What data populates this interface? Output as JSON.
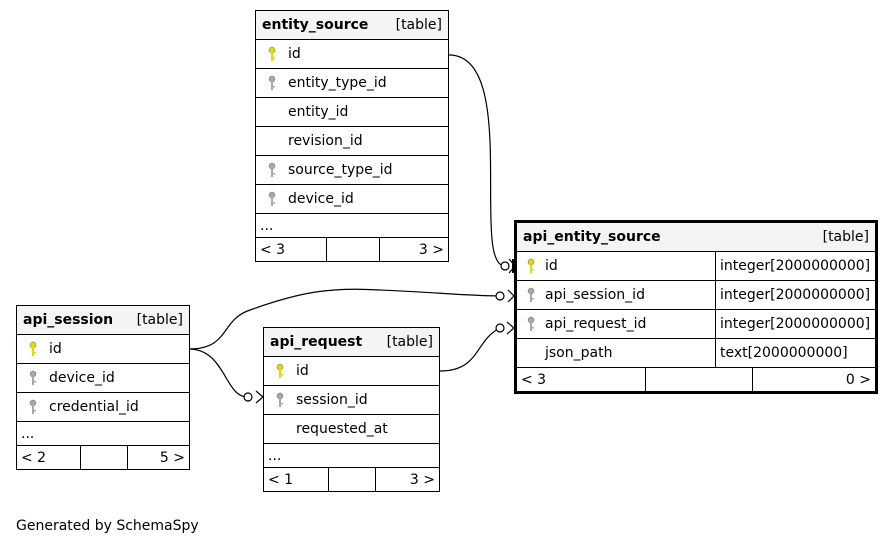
{
  "tables": {
    "entity_source": {
      "name": "entity_source",
      "kind": "[table]",
      "columns": [
        {
          "name": "id",
          "key": "primary"
        },
        {
          "name": "entity_type_id",
          "key": "foreign"
        },
        {
          "name": "entity_id",
          "key": "none"
        },
        {
          "name": "revision_id",
          "key": "none"
        },
        {
          "name": "source_type_id",
          "key": "foreign"
        },
        {
          "name": "device_id",
          "key": "foreign"
        }
      ],
      "more": "...",
      "nav_left": "< 3",
      "nav_right": "3 >"
    },
    "api_entity_source": {
      "name": "api_entity_source",
      "kind": "[table]",
      "columns": [
        {
          "name": "id",
          "type": "integer[2000000000]",
          "key": "primary"
        },
        {
          "name": "api_session_id",
          "type": "integer[2000000000]",
          "key": "foreign"
        },
        {
          "name": "api_request_id",
          "type": "integer[2000000000]",
          "key": "foreign"
        },
        {
          "name": "json_path",
          "type": "text[2000000000]",
          "key": "none"
        }
      ],
      "nav_left": "< 3",
      "nav_right": "0 >"
    },
    "api_session": {
      "name": "api_session",
      "kind": "[table]",
      "columns": [
        {
          "name": "id",
          "key": "primary"
        },
        {
          "name": "device_id",
          "key": "foreign"
        },
        {
          "name": "credential_id",
          "key": "foreign"
        }
      ],
      "more": "...",
      "nav_left": "< 2",
      "nav_right": "5 >"
    },
    "api_request": {
      "name": "api_request",
      "kind": "[table]",
      "columns": [
        {
          "name": "id",
          "key": "primary"
        },
        {
          "name": "session_id",
          "key": "foreign"
        },
        {
          "name": "requested_at",
          "key": "none"
        }
      ],
      "more": "...",
      "nav_left": "< 1",
      "nav_right": "3 >"
    }
  },
  "colors": {
    "primary_key": "#e6d800",
    "foreign_key": "#a8a8a8",
    "header_bg": "#f4f4f4"
  },
  "footer": "Generated by SchemaSpy"
}
